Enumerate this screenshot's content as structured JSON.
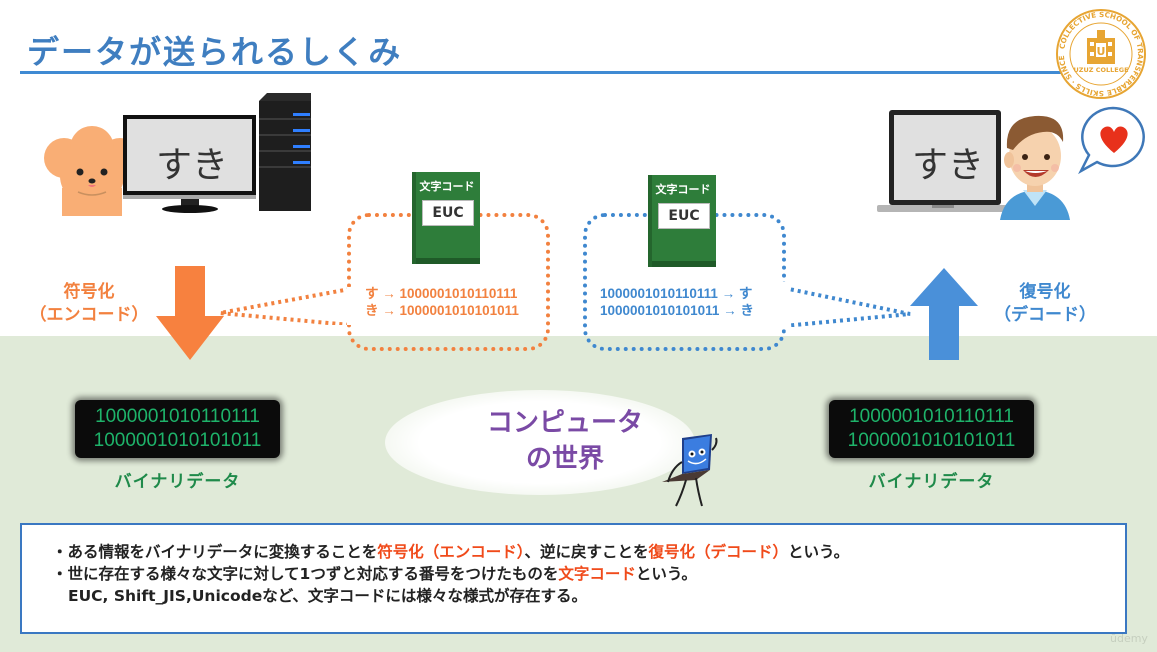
{
  "title": "データが送られるしくみ",
  "logo": {
    "ring_text": "COLLECTIVE SCHOOL OF TRANSFERABLE SKILLS · SINCE 2017",
    "name": "UZUZ COLLEGE",
    "badge_letter": "U",
    "color": "#e7a533"
  },
  "sender": {
    "screen_text": "すき",
    "character": "dog",
    "device": "desktop-pc"
  },
  "receiver": {
    "screen_text": "すき",
    "character": "man",
    "device": "laptop",
    "bubble_icon": "heart"
  },
  "encode": {
    "label_line1": "符号化",
    "label_line2": "（エンコード）",
    "color": "#f2813f",
    "book_title": "文字コード",
    "book_code": "EUC",
    "mappings": [
      "す → 1000001010110111",
      "き → 1000001010101011"
    ]
  },
  "decode": {
    "label_line1": "復号化",
    "label_line2": "（デコード）",
    "color": "#3f88cf",
    "book_title": "文字コード",
    "book_code": "EUC",
    "mappings": [
      "1000001010110111 → す",
      "1000001010101011 → き"
    ]
  },
  "binary_left": {
    "lines": [
      "1000001010110111",
      "1000001010101011"
    ],
    "label": "バイナリデータ"
  },
  "binary_right": {
    "lines": [
      "1000001010110111",
      "1000001010101011"
    ],
    "label": "バイナリデータ"
  },
  "world": {
    "line1": "コンピュータ",
    "line2": "の世界",
    "mascot": "laptop-character"
  },
  "info": {
    "line1": {
      "p1": "・ある情報をバイナリデータに変換することを",
      "h1": "符号化（エンコード）",
      "p2": "、逆に戻すことを",
      "h2": "復号化（デコード）",
      "p3": "という。"
    },
    "line2": {
      "p1": "・世に存在する様々な文字に対して1つずと対応する番号をつけたものを",
      "h1": "文字コード",
      "p2": "という。"
    },
    "line3": "EUC, Shift_JIS,Unicodeなど、文字コードには様々な様式が存在する。"
  },
  "watermark": "ūdemy"
}
